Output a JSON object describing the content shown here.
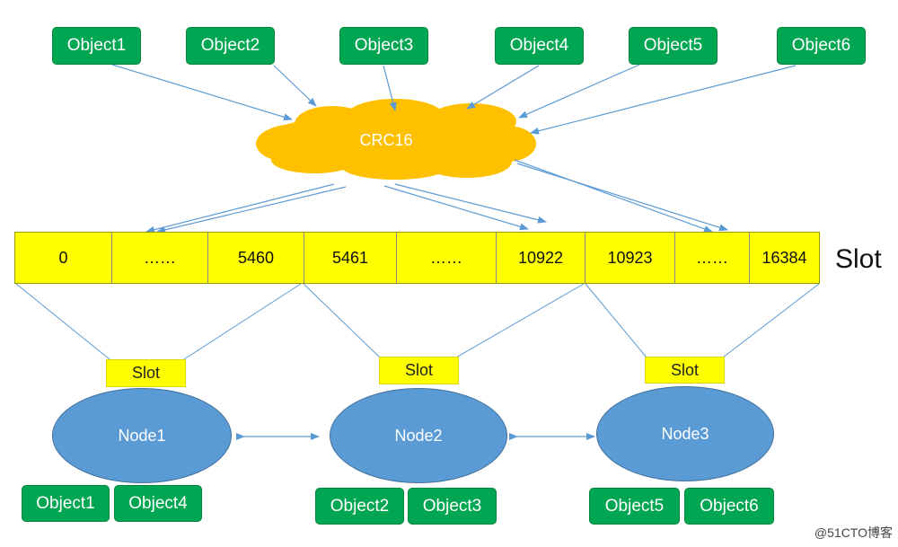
{
  "objects_top": [
    "Object1",
    "Object2",
    "Object3",
    "Object4",
    "Object5",
    "Object6"
  ],
  "hash": {
    "label": "CRC16"
  },
  "slots": {
    "title": "Slot",
    "cells": [
      "0",
      "……",
      "5460",
      "5461",
      "……",
      "10922",
      "10923",
      "……",
      "16384"
    ]
  },
  "nodes": [
    {
      "name": "Node1",
      "slot_label": "Slot",
      "objects": [
        "Object1",
        "Object4"
      ]
    },
    {
      "name": "Node2",
      "slot_label": "Slot",
      "objects": [
        "Object2",
        "Object3"
      ]
    },
    {
      "name": "Node3",
      "slot_label": "Slot",
      "objects": [
        "Object5",
        "Object6"
      ]
    }
  ],
  "colors": {
    "object_box": "#00a651",
    "cloud": "#ffc000",
    "slot_bar": "#ffff00",
    "node": "#5b9bd5",
    "arrow": "#5b9bd5"
  },
  "watermark": "@51CTO博客"
}
